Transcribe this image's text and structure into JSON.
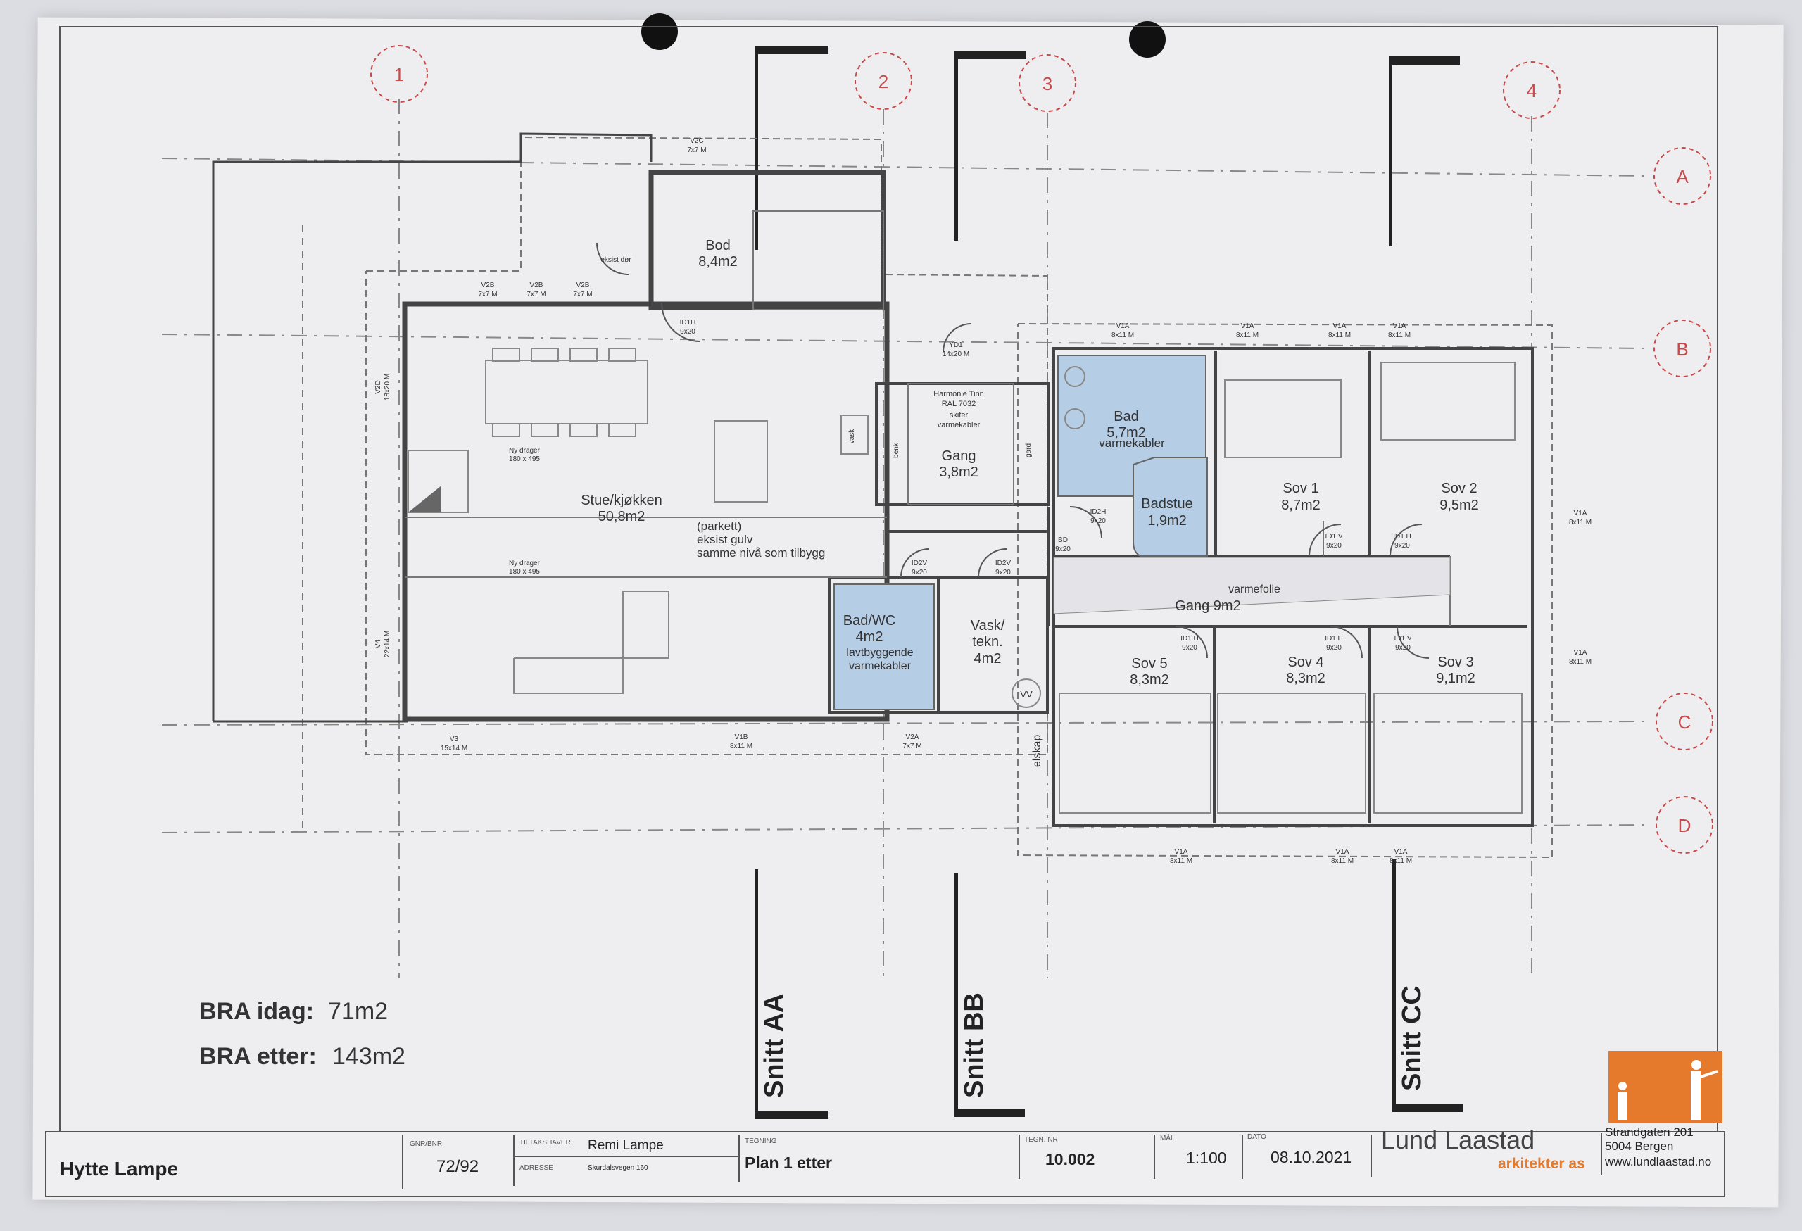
{
  "grid": {
    "columns": [
      "1",
      "2",
      "3",
      "4"
    ],
    "rows": [
      "A",
      "B",
      "C",
      "D"
    ]
  },
  "sections": {
    "aa": "Snitt AA",
    "bb": "Snitt BB",
    "cc": "Snitt CC"
  },
  "rooms": {
    "bod": {
      "name": "Bod",
      "area": "8,4m2"
    },
    "stue": {
      "name": "Stue/kjøkken",
      "area": "50,8m2",
      "note1": "(parkett)",
      "note2": "eksist gulv",
      "note3": "samme nivå som tilbygg"
    },
    "gang1": {
      "name": "Gang",
      "area": "3,8m2",
      "note1": "Harmonie Tinn",
      "note2": "RAL 7032",
      "note3": "skifer",
      "note4": "varmekabler"
    },
    "bad": {
      "name": "Bad",
      "area": "5,7m2",
      "note": "varmekabler"
    },
    "badstue": {
      "name": "Badstue",
      "area": "1,9m2"
    },
    "sov1": {
      "name": "Sov 1",
      "area": "8,7m2"
    },
    "sov2": {
      "name": "Sov 2",
      "area": "9,5m2"
    },
    "badwc": {
      "name": "Bad/WC",
      "area": "4m2",
      "note1": "lavtbyggende",
      "note2": "varmekabler"
    },
    "vask": {
      "name": "Vask/",
      "name2": "tekn.",
      "area": "4m2"
    },
    "gang2": {
      "name": "Gang 9m2",
      "note": "varmefolie"
    },
    "sov5": {
      "name": "Sov 5",
      "area": "8,3m2"
    },
    "sov4": {
      "name": "Sov 4",
      "area": "8,3m2"
    },
    "sov3": {
      "name": "Sov 3",
      "area": "9,1m2"
    },
    "elskap": "elskap",
    "vv": "VV"
  },
  "labels": {
    "v2c": "V2C",
    "v2c_size": "7x7 M",
    "v2b": "V2B",
    "v2b_size": "7x7 M",
    "v1a": "V1A",
    "v1a_size": "8x11 M",
    "v1b": "V1B",
    "v1b_size": "8x11 M",
    "v2a": "V2A",
    "v2a_size": "7x7 M",
    "v3": "V3",
    "v3_size": "15x14 M",
    "v4": "V4",
    "v4_size": "22x14 M",
    "v2d": "V2D",
    "v2d_size": "18x20 M",
    "yd1": "YD1",
    "yd1_size": "14x20 M",
    "id1h": "ID1H",
    "id1h_size": "9x20",
    "id2v": "ID2V",
    "id2v_size": "9x20",
    "id2h": "ID2H",
    "id2h_size": "9x20",
    "id1v": "ID1 V",
    "id1v_size": "9x20",
    "id1h2": "ID1 H",
    "id1h2_size": "9x20",
    "id1v2": "ID1 V",
    "bd": "BD",
    "bd_size": "9x20",
    "eksist_dor": "eksist dør",
    "ny_drager": "Ny drager",
    "drager_size": "180 x 495",
    "vask_label": "vask",
    "benk": "benk",
    "gard": "gard"
  },
  "summary": {
    "bra_idag_label": "BRA idag:",
    "bra_idag": "71m2",
    "bra_etter_label": "BRA etter:",
    "bra_etter": "143m2"
  },
  "titleblock": {
    "project": "Hytte Lampe",
    "gnr_label": "GNR/BNR",
    "gnr": "72/92",
    "owner_label": "TILTAKSHAVER",
    "owner": "Remi Lampe",
    "address_label": "ADRESSE",
    "address": "Skurdalsvegen 160",
    "drawing_label": "TEGNING",
    "drawing": "Plan 1 etter",
    "number_label": "TEGN. NR",
    "number": "10.002",
    "scale_label": "MÅL",
    "scale": "1:100",
    "date_label": "DATO",
    "date": "08.10.2021",
    "firm": "Lund Laastad",
    "firm_sub": "arkitekter as",
    "street": "Strandgaten 201",
    "city": "5004 Bergen",
    "web": "www.lundlaastad.no"
  },
  "colors": {
    "wet_room": "#b6cde6",
    "accent": "#e57a2c",
    "grid_red": "#c94a4a"
  }
}
